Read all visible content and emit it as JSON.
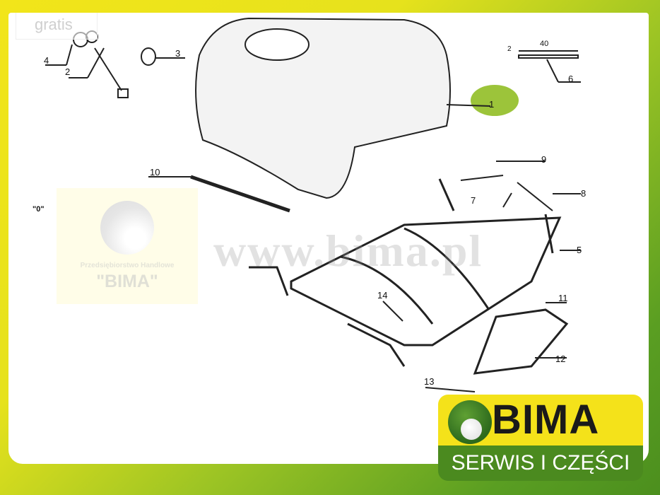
{
  "watermarks": {
    "corner": "gratis",
    "site": "www.bima.pl",
    "company_line": "Przedsiębiorstwo Handlowe",
    "company_name": "\"BIMA\""
  },
  "diagram": {
    "view_label": "\"0\"",
    "dimension_length": "40",
    "dimension_thickness": "2",
    "part_labels": [
      "1",
      "2",
      "3",
      "4",
      "5",
      "6",
      "7",
      "8",
      "9",
      "10",
      "11",
      "12",
      "13",
      "14"
    ],
    "highlighted_part": "1",
    "highlight_color": "#9cc43a"
  },
  "logo": {
    "brand": "BIMA",
    "tagline": "SERWIS I CZĘŚCI",
    "yellow": "#f4e21a",
    "green": "#4b8a1f"
  }
}
